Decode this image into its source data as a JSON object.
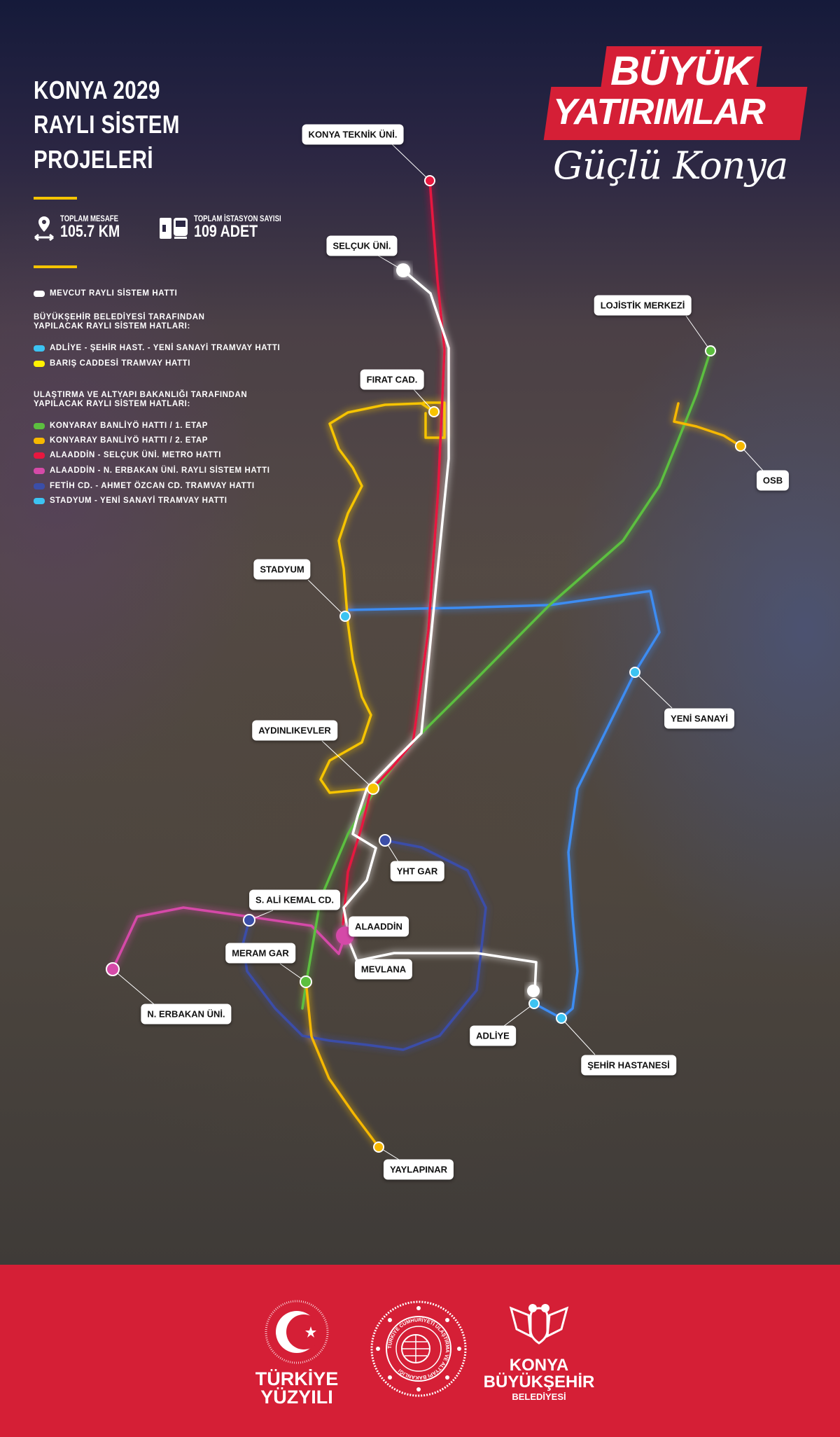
{
  "title": {
    "line1": "KONYA 2029",
    "line2": "RAYLI SİSTEM",
    "line3": "PROJELERİ"
  },
  "stats": [
    {
      "icon": "location-distance-icon",
      "label": "TOPLAM MESAFE",
      "value": "105.7 KM"
    },
    {
      "icon": "station-train-icon",
      "label": "TOPLAM İSTASYON SAYISI",
      "value": "109 ADET"
    }
  ],
  "legend": {
    "existing": {
      "label": "MEVCUT RAYLI SİSTEM HATTI",
      "color": "#ffffff"
    },
    "municipality_heading_1": "BÜYÜKŞEHİR BELEDİYESİ TARAFINDAN",
    "municipality_heading_2": "YAPILACAK RAYLI SİSTEM HATLARI:",
    "municipality": [
      {
        "label": "ADLİYE - ŞEHİR HAST. - YENİ SANAYİ TRAMVAY HATTI",
        "color": "#3cc3f2"
      },
      {
        "label": "BARIŞ CADDESİ TRAMVAY HATTI",
        "color": "#fff200"
      }
    ],
    "ministry_heading_1": "ULAŞTIRMA VE ALTYAPI BAKANLIĞI TARAFINDAN",
    "ministry_heading_2": "YAPILACAK RAYLI SİSTEM HATLARI:",
    "ministry": [
      {
        "label": "KONYARAY BANLİYÖ HATTI / 1. ETAP",
        "color": "#5cbf3f"
      },
      {
        "label": "KONYARAY BANLİYÖ HATTI / 2. ETAP",
        "color": "#f6b800"
      },
      {
        "label": "ALAADDİN - SELÇUK ÜNİ. METRO HATTI",
        "color": "#e8173f"
      },
      {
        "label": "ALAADDİN - N. ERBAKAN ÜNİ. RAYLI SİSTEM HATTI",
        "color": "#d54aa8"
      },
      {
        "label": "FETİH CD. - AHMET ÖZCAN CD. TRAMVAY HATTI",
        "color": "#3b4ea8"
      },
      {
        "label": "STADYUM - YENİ SANAYİ TRAMVAY HATTI",
        "color": "#3cc3f2"
      }
    ]
  },
  "hero": {
    "line1": "BÜYÜK",
    "line2": "YATIRIMLAR",
    "line3": "Güçlü Konya"
  },
  "stations": {
    "konya_teknik": "KONYA TEKNİK ÜNİ.",
    "selcuk": "SELÇUK ÜNİ.",
    "firat": "FIRAT CAD.",
    "stadyum": "STADYUM",
    "aydinlikevler": "AYDINLIKEVLER",
    "yht": "YHT GAR",
    "ali_kemal": "S. ALİ KEMAL CD.",
    "alaaddin": "ALAADDİN",
    "mevlana": "MEVLANA",
    "meram": "MERAM GAR",
    "erbakan": "N. ERBAKAN ÜNİ.",
    "adliye": "ADLİYE",
    "sehir_hast": "ŞEHİR HASTANESİ",
    "yaylapinar": "YAYLAPINAR",
    "yeni_sanayi": "YENİ SANAYİ",
    "lojistik": "LOJİSTİK MERKEZİ",
    "osb": "OSB"
  },
  "footer": {
    "brand_color": "#d51f36",
    "logo1_line1": "TÜRKİYE",
    "logo1_line2": "YÜZYILI",
    "logo2_text": "TÜRKİYE CUMHURİYETİ ULAŞTIRMA VE ALTYAPI BAKANLIĞI",
    "logo3_line1": "KONYA",
    "logo3_line2": "BÜYÜKŞEHİR",
    "logo3_line3": "BELEDİYESİ"
  }
}
